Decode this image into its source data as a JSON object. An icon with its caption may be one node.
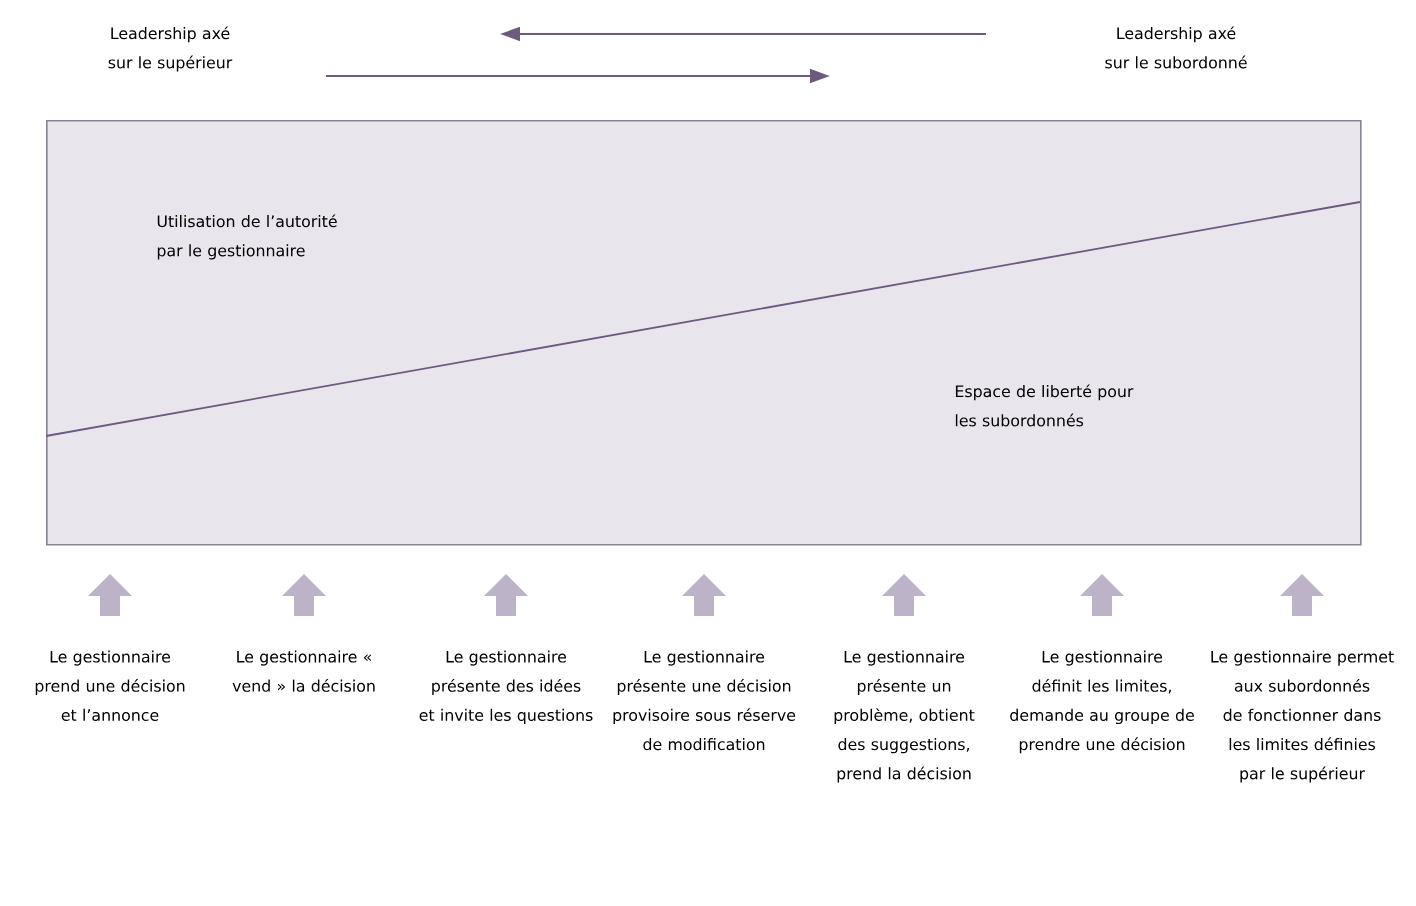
{
  "diagram": {
    "nodes": [
      {
        "text": [
          "Utilisation de l’autorité par le gestionnaire",
          "Espace de liberté pour les subordonnés"
        ]
      }
    ],
    "labels": [
      "Leadership axé sur le supérieur",
      "Leadership axé sur le subordonné",
      "Le gestionnaire prend une décision et l’annonce",
      "Le gestionnaire « vend » la décision",
      "Le gestionnaire présente des idées et invite les questions",
      "Le gestionnaire présente une décision provisoire sous réserve de modification",
      "Le gestionnaire présente un problème, obtient des suggestions, prend la décision",
      "Le gestionnaire définit les limites, demande au groupe de prendre une décision",
      "Le gestionnaire permet aux subordonnés de fonctionner dans les limites définies par le supérieur"
    ]
  }
}
